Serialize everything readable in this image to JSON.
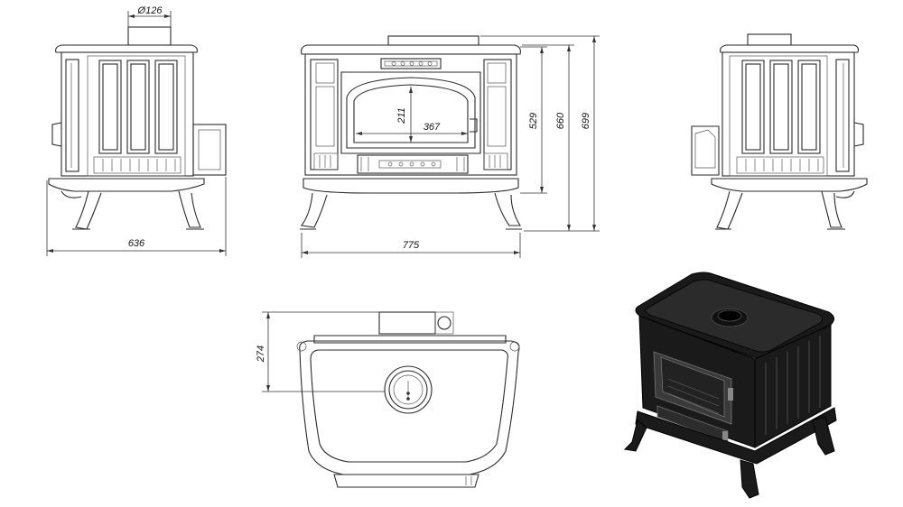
{
  "dimensions": {
    "flue_diameter": "Ø126",
    "side_depth": "636",
    "front_width": "775",
    "window_height": "211",
    "window_width": "367",
    "height_to_top": "529",
    "height_total": "660",
    "height_to_flue": "699",
    "flue_offset": "274"
  },
  "colors": {
    "line": "#2a2a2a",
    "stove_body": "#1a1a1a",
    "background": "#ffffff"
  }
}
